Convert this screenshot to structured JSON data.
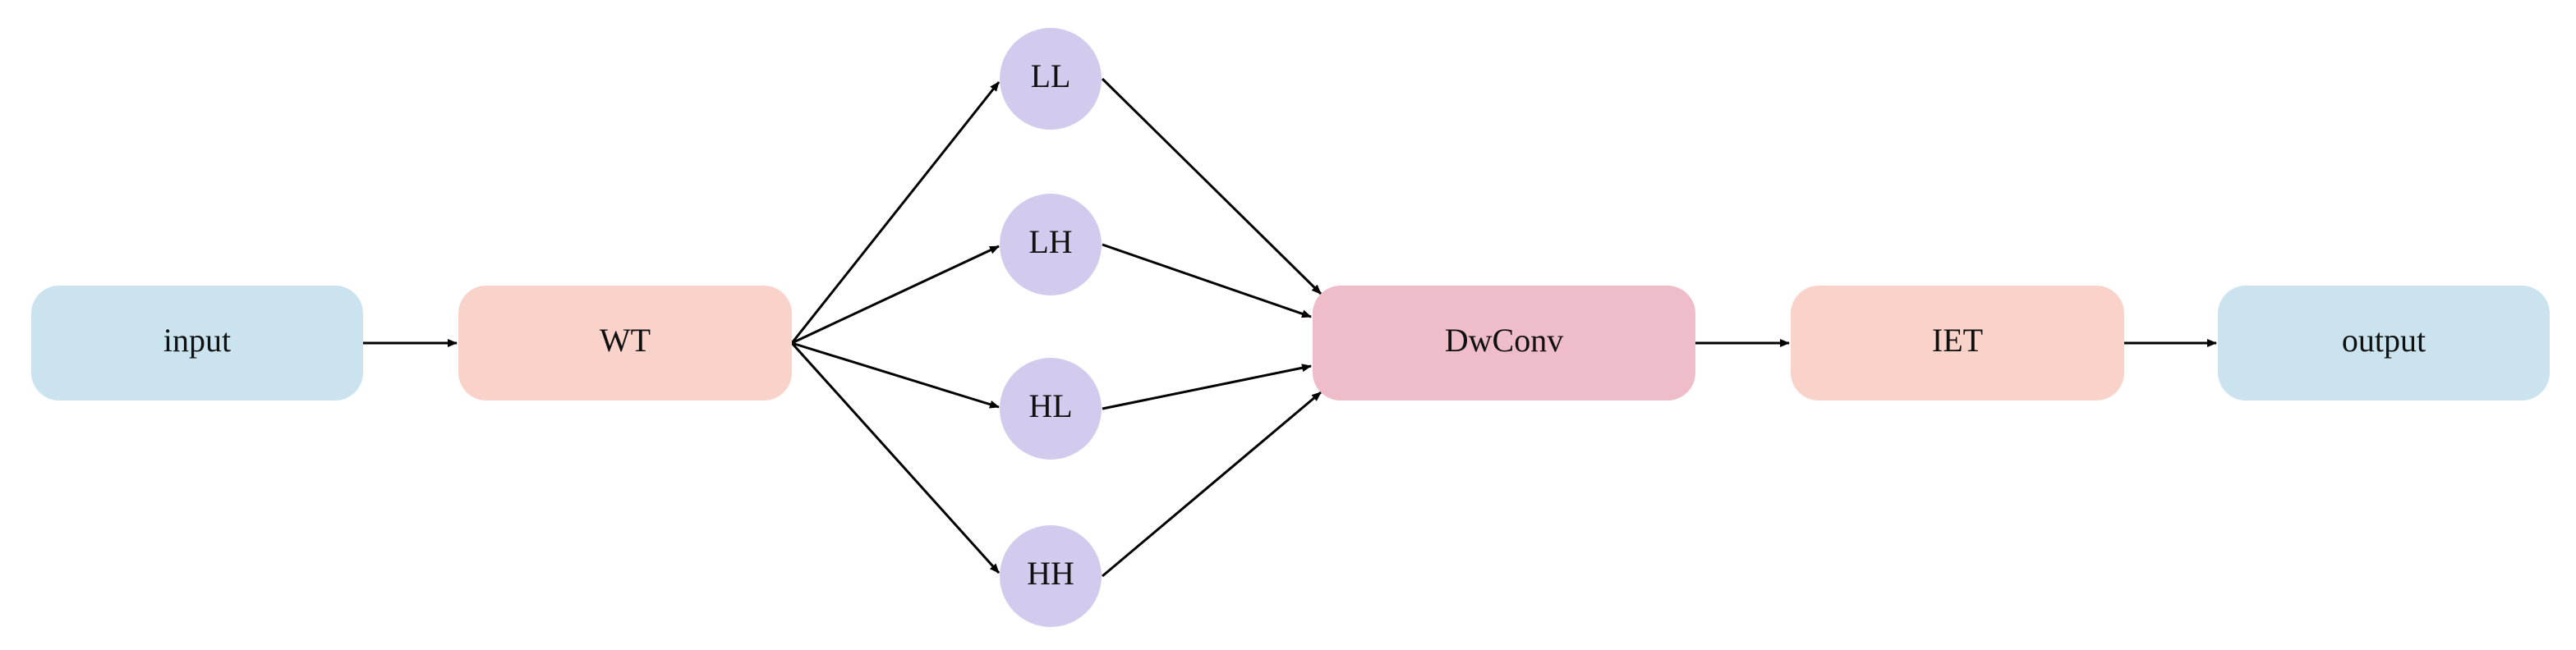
{
  "colors": {
    "io": "#cae3ee",
    "transform": "#f9d3ca",
    "subband": "#d3cbed",
    "conv": "#eebdc9",
    "edge": "#000000",
    "text": "#111111"
  },
  "nodes": {
    "input": "input",
    "wt": "WT",
    "ll": "LL",
    "lh": "LH",
    "hl": "HL",
    "hh": "HH",
    "dwconv": "DwConv",
    "iet": "IET",
    "output": "output"
  },
  "edges": [
    [
      "input",
      "WT"
    ],
    [
      "WT",
      "LL"
    ],
    [
      "WT",
      "LH"
    ],
    [
      "WT",
      "HL"
    ],
    [
      "WT",
      "HH"
    ],
    [
      "LL",
      "DwConv"
    ],
    [
      "LH",
      "DwConv"
    ],
    [
      "HL",
      "DwConv"
    ],
    [
      "HH",
      "DwConv"
    ],
    [
      "DwConv",
      "IET"
    ],
    [
      "IET",
      "output"
    ]
  ]
}
